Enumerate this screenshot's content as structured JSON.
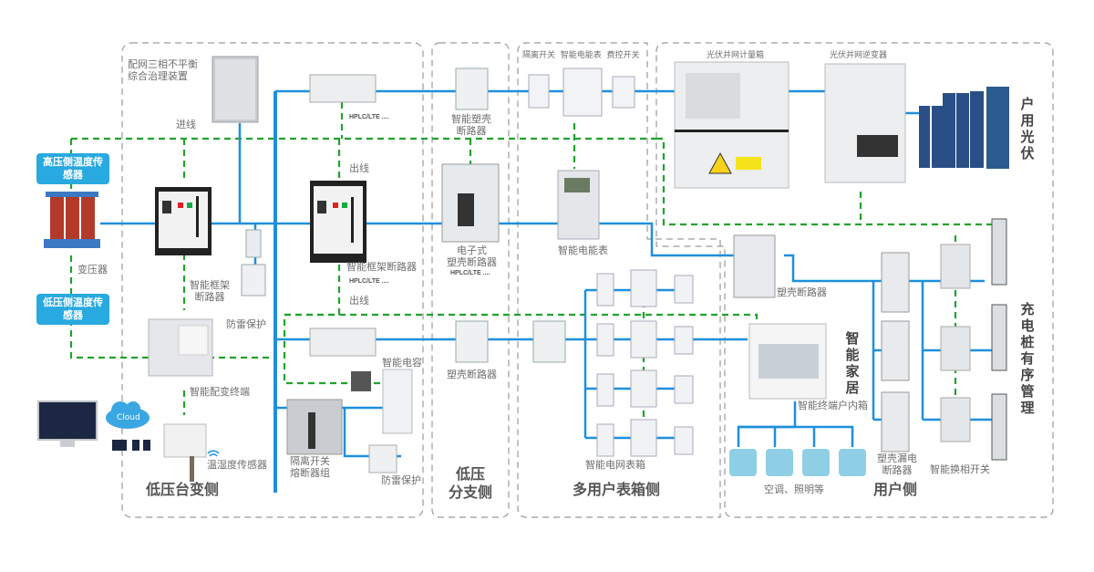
{
  "title": "低压配电智能化系统架构",
  "colors": {
    "power_line": "#1e8fdc",
    "comm_line": "#1fa32a",
    "zone_border": "#9a9a9a",
    "badge_bg": "#28a9df",
    "label_text": "#6e6e6e",
    "heading_text": "#555555"
  },
  "zones": {
    "transformer": "低压台变侧",
    "branch": "低压\n分支侧",
    "meter_box": "多用户表箱侧",
    "user": "用户侧"
  },
  "side_labels": {
    "pv": "户用光伏",
    "charging": "充电桩有序管理",
    "smart_home": "智能家居"
  },
  "badges": {
    "hv_temp": "高压侧温度传感器",
    "lv_temp": "低压侧温度传感器"
  },
  "labels": {
    "unbalance_device": "配网三相不平衡\n综合治理装置",
    "incoming": "进线",
    "outgoing_1": "出线",
    "outgoing_2": "出线",
    "transformer": "变压器",
    "frame_breaker_1": "智能框架\n断路器",
    "frame_breaker_2": "智能框架断路器",
    "surge_1": "防雷保护",
    "surge_2": "防雷保护",
    "dist_terminal": "智能配变终端",
    "temp_humidity": "温湿度传感器",
    "smart_capacitor": "智能电容",
    "isolator_fuse": "隔离开关\n熔断器组",
    "smart_mccb": "智能塑壳\n断路器",
    "electronic_mccb": "电子式\n塑壳断路器",
    "mccb_branch": "塑壳断路器",
    "hplc_1": "HPLC/LTE ....",
    "hplc_2": "HPLC/LTE ....",
    "hplc_3": "HPLC/LTE ....",
    "top_meter_group": "隔离开关  智能电能表  费控开关",
    "smart_meter": "智能电能表",
    "smart_grid_meter_box": "智能电网表箱",
    "pv_meter_box": "光伏并网计量箱",
    "pv_inverter": "光伏并网逆变器",
    "mccb_user": "塑壳断路器",
    "smart_home_box": "智能终端户内箱",
    "appliances": "空调、照明等",
    "rcd_mccb": "塑壳漏电\n断路器",
    "phase_switch": "智能换相开关",
    "cloud": "Cloud"
  }
}
